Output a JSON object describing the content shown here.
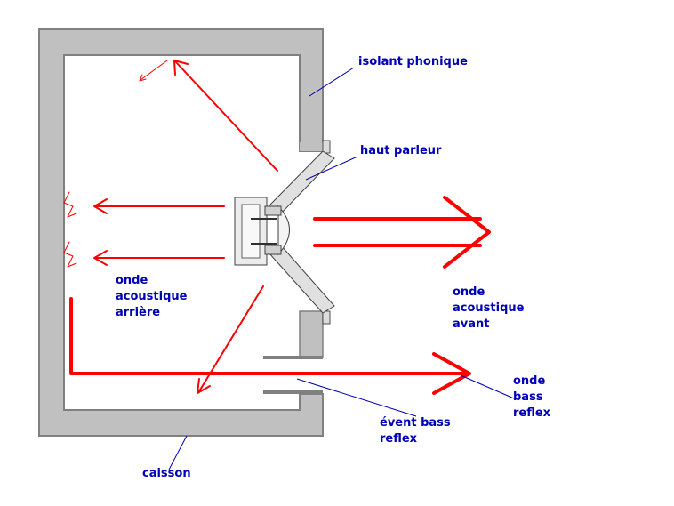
{
  "labels": {
    "isolant": "isolant phonique",
    "haut_parleur": "haut parleur",
    "onde_arriere": [
      "onde",
      "acoustique",
      "arrière"
    ],
    "onde_avant": [
      "onde",
      "acoustique",
      "avant"
    ],
    "onde_bass": [
      "onde",
      "bass",
      "reflex"
    ],
    "event": [
      "évent bass",
      "reflex"
    ],
    "caisson": "caisson"
  },
  "colors": {
    "box_wall": "#c0c0c0",
    "box_outline": "#808080",
    "arrow": "#ff0000",
    "leader_line": "#0000b4",
    "label_text": "#0000b4"
  }
}
